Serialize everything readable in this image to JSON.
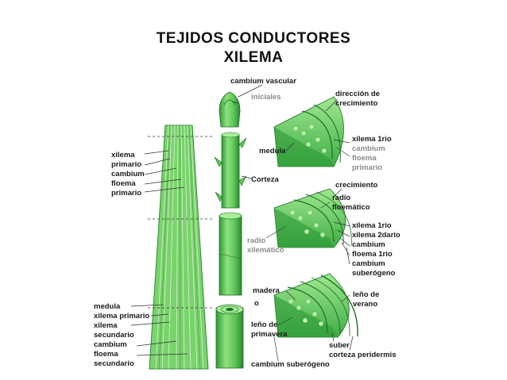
{
  "title": {
    "line1": "TEJIDOS CONDUCTORES",
    "line2": "XILEMA"
  },
  "colors": {
    "green_light": "#8fe07f",
    "green": "#5cc657",
    "green_dark": "#2f9a37",
    "ring_dark": "#1f6d26"
  },
  "labels": {
    "cambium_vascular": "cambium vascular",
    "iniciales": "iniciales",
    "direccion": "dirección de",
    "crecimiento_a": "crecimiento",
    "medula_a": "medula",
    "xilema_1rio_a": "xilema 1rio",
    "cambium_a": "cambium",
    "floema_a": "floema",
    "primario_a": "primario",
    "corteza": "Corteza",
    "crecimiento_b": "crecimiento",
    "radio": "radio",
    "floematico": "floemático",
    "xilema_1rio_b": "xilema 1rio",
    "xilema_2dario": "xilema 2dario",
    "cambium_b": "cambium",
    "floema_1rio": "floema 1rio",
    "cambium_b2": "cambium",
    "suberogeno": "suberógeno",
    "radio_x": "radio",
    "xilematico": "xilemático",
    "madera": "madera",
    "o": "o",
    "leno_de": "leño de",
    "primavera": "primavera",
    "leno_de2": "leño de",
    "verano": "verano",
    "suber": "suber",
    "corteza_peridermis": "corteza peridermis",
    "cambium_suberogeno": "cambium suberógeno",
    "left_top": [
      "xilema",
      "primario",
      "cambium",
      "floema",
      "primario"
    ],
    "left_bottom": [
      "medula",
      "xilema primario",
      "xilema",
      "secundario",
      "cambium",
      "floema",
      "secundario"
    ]
  }
}
